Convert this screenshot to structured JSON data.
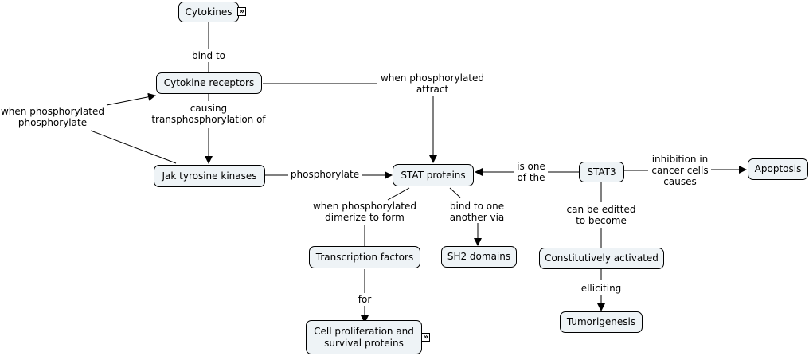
{
  "concepts": {
    "cytokines": "Cytokines",
    "cytokine_receptors": "Cytokine receptors",
    "jak": "Jak tyrosine kinases",
    "stat_proteins": "STAT proteins",
    "stat3": "STAT3",
    "apoptosis": "Apoptosis",
    "transcription_factors": "Transcription factors",
    "sh2": "SH2 domains",
    "constitutively_activated": "Constitutively activated",
    "cell_proliferation_1": "Cell proliferation and",
    "cell_proliferation_2": "survival proteins",
    "tumorigenesis": "Tumorigenesis"
  },
  "links": {
    "bind_to": "bind to",
    "causing_1": "causing",
    "causing_2": "transphosphorylation of",
    "when_phos_1": "when phosphorylated",
    "when_phos_2": "phosphorylate",
    "when_attract_1": "when phosphorylated",
    "when_attract_2": "attract",
    "phosphorylate": "phosphorylate",
    "is_one_1": "is one",
    "is_one_2": "of the",
    "inhibition_1": "inhibition in",
    "inhibition_2": "cancer cells",
    "inhibition_3": "causes",
    "dimerize_1": "when phosphorylated",
    "dimerize_2": "dimerize to form",
    "bind_one_1": "bind to one",
    "bind_one_2": "another via",
    "editted_1": "can be editted",
    "editted_2": "to become",
    "for": "for",
    "elliciting": "elliciting"
  },
  "icons": {
    "expand": "»"
  }
}
